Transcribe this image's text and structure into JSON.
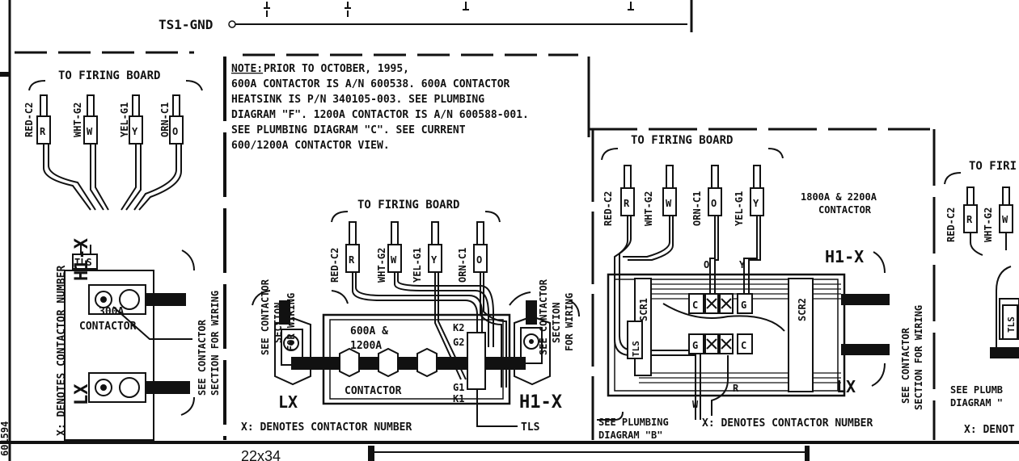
{
  "header": {
    "ts1_gnd": "TS1-GND"
  },
  "panel300": {
    "to_firing_board": "TO FIRING BOARD",
    "wires": [
      "RED-C2",
      "WHT-G2",
      "YEL-G1",
      "ORN-C1"
    ],
    "terminals": [
      "R",
      "W",
      "Y",
      "O"
    ],
    "tls": "TLS",
    "h1x": "H1-X",
    "lx": "LX",
    "contactor_line1": "300A",
    "contactor_line2": "CONTACTOR",
    "side_note_line1": "SEE CONTACTOR",
    "side_note_line2": "SECTION FOR WIRING",
    "denotes": "X: DENOTES CONTACTOR NUMBER"
  },
  "panel600": {
    "note_label": "NOTE:",
    "note_lines": [
      " PRIOR TO OCTOBER, 1995,",
      "600A CONTACTOR IS A/N 600538. 600A CONTACTOR",
      "HEATSINK IS P/N 340105-003. SEE PLUMBING",
      "DIAGRAM \"F\". 1200A CONTACTOR IS A/N 600588-001.",
      "SEE PLUMBING DIAGRAM \"C\". SEE CURRENT",
      "600/1200A CONTACTOR VIEW."
    ],
    "to_firing_board": "TO FIRING BOARD",
    "wires": [
      "RED-C2",
      "WHT-G2",
      "YEL-G1",
      "ORN-C1"
    ],
    "terminals": [
      "R",
      "W",
      "Y",
      "O"
    ],
    "side_left": [
      "SEE CONTACTOR",
      "SECTION",
      "FOR WIRING"
    ],
    "side_right": [
      "SEE CONTACTOR",
      "SECTION",
      "FOR WIRING"
    ],
    "contactor_line1": "600A &",
    "contactor_line2": "1200A",
    "contactor_label": "CONTACTOR",
    "pins": [
      "K2",
      "G2",
      "G1",
      "K1"
    ],
    "lx": "LX",
    "h1x": "H1-X",
    "tls": "TLS",
    "denotes": "X: DENOTES CONTACTOR NUMBER"
  },
  "panel1800": {
    "to_firing_board": "TO FIRING BOARD",
    "wires": [
      "RED-C2",
      "WHT-G2",
      "ORN-C1",
      "YEL-G1"
    ],
    "terminals": [
      "R",
      "W",
      "O",
      "Y"
    ],
    "contactor_line1": "1800A & 2200A",
    "contactor_line2": "CONTACTOR",
    "o_label": "O",
    "y_label": "Y",
    "h1x": "H1-X",
    "lx": "LX",
    "scr1": "SCR1",
    "scr2": "SCR2",
    "tls": "TLS",
    "block_top": [
      "C",
      "G"
    ],
    "block_bottom": [
      "G",
      "C"
    ],
    "w_label": "W",
    "r_label": "R",
    "plumb_line1": "SEE PLUMBING",
    "plumb_line2": "DIAGRAM \"B\"",
    "denotes": "X: DENOTES CONTACTOR NUMBER",
    "side_line1": "SEE CONTACTOR",
    "side_line2": "SECTION FOR WIRING"
  },
  "panel_partial": {
    "to_firing_board": "TO FIRI",
    "wires": [
      "RED-C2",
      "WHT-G2"
    ],
    "terminals": [
      "R",
      "W"
    ],
    "tls": "TLS",
    "plumb_line1": "SEE PLUMB",
    "plumb_line2": "DIAGRAM \"",
    "denotes": "X: DENOT"
  },
  "footer": {
    "size": "22x34"
  },
  "left_margin": "601594"
}
